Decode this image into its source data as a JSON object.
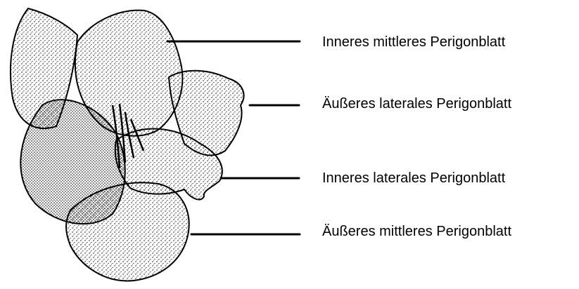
{
  "labels": [
    "Inneres mittleres Perigonblatt",
    "Äußeres laterales Perigonblatt",
    "Inneres laterales Perigonblatt",
    "Äußeres mittleres Perigonblatt"
  ],
  "colors": {
    "ink": "#000000",
    "paper": "#ffffff"
  }
}
